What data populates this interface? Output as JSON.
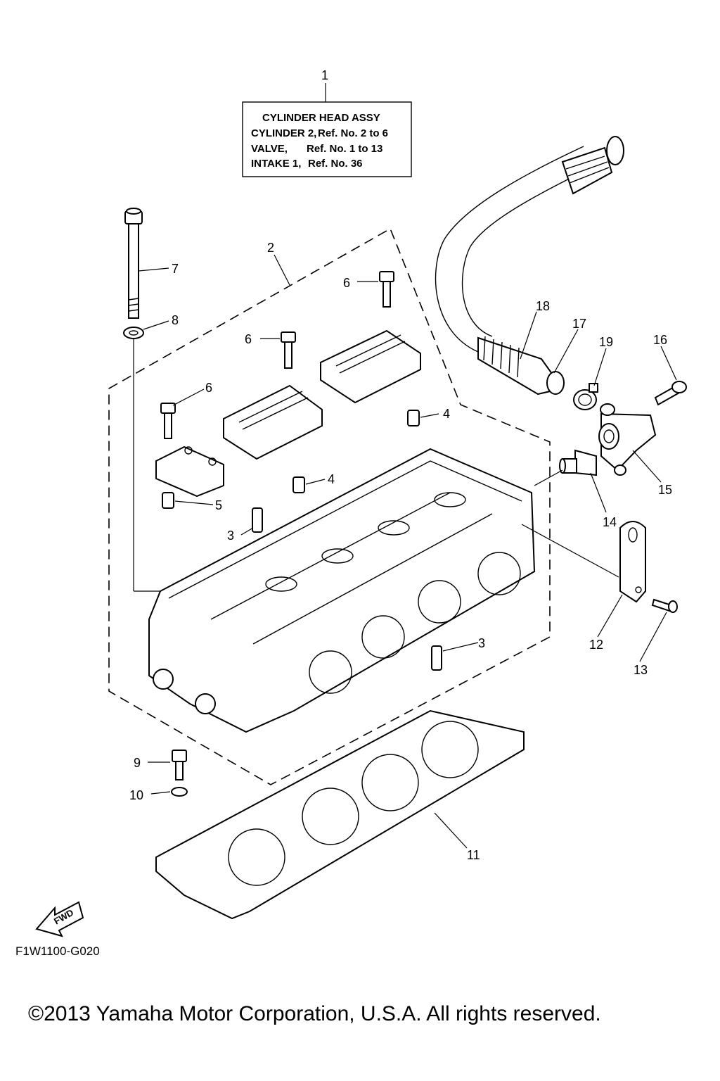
{
  "legend_box": {
    "line1": "CYLINDER HEAD ASSY",
    "line2a": "CYLINDER 2,",
    "line2b": "Ref. No. 2 to 6",
    "line3a": "VALVE,",
    "line3b": "Ref. No. 1 to 13",
    "line4a": "INTAKE 1,",
    "line4b": "Ref. No. 36"
  },
  "callouts": {
    "c1": "1",
    "c2": "2",
    "c3a": "3",
    "c3b": "3",
    "c4a": "4",
    "c4b": "4",
    "c5": "5",
    "c6a": "6",
    "c6b": "6",
    "c6c": "6",
    "c7": "7",
    "c8": "8",
    "c9": "9",
    "c10": "10",
    "c11": "11",
    "c12": "12",
    "c13": "13",
    "c14": "14",
    "c15": "15",
    "c16": "16",
    "c17": "17",
    "c18": "18",
    "c19": "19"
  },
  "fwd_label": "FWD",
  "figure_code": "F1W1100-G020",
  "copyright": "©2013 Yamaha Motor Corporation, U.S.A. All rights reserved."
}
